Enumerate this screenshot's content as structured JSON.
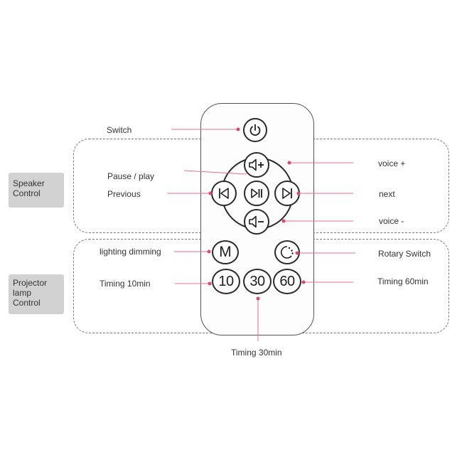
{
  "sections": {
    "speaker_control": "Speaker\nControl",
    "projector_lamp_control": "Projector\nlamp\nControl"
  },
  "buttons": {
    "power": "power-icon",
    "volume_up": "volume-up-icon",
    "volume_down": "volume-down-icon",
    "previous": "previous-icon",
    "play_pause": "play-pause-icon",
    "next": "next-icon",
    "mode": "M",
    "rotary": "rotary-icon",
    "timer_10": "10",
    "timer_30": "30",
    "timer_60": "60"
  },
  "callouts": {
    "switch": "Switch",
    "pause_play": "Pause / play",
    "previous": "Previous",
    "voice_up": "voice +",
    "next": "next",
    "voice_down": "voice -",
    "lighting_dimming": "lighting dimming",
    "rotary_switch": "Rotary Switch",
    "timing_10": "Timing 10min",
    "timing_60": "Timing 60min",
    "timing_30": "Timing 30min"
  },
  "colors": {
    "leader_line": "#e07090",
    "leader_dot": "#d94a75",
    "outline": "#2a2a2a",
    "section_label_bg": "#d2d2d2"
  }
}
